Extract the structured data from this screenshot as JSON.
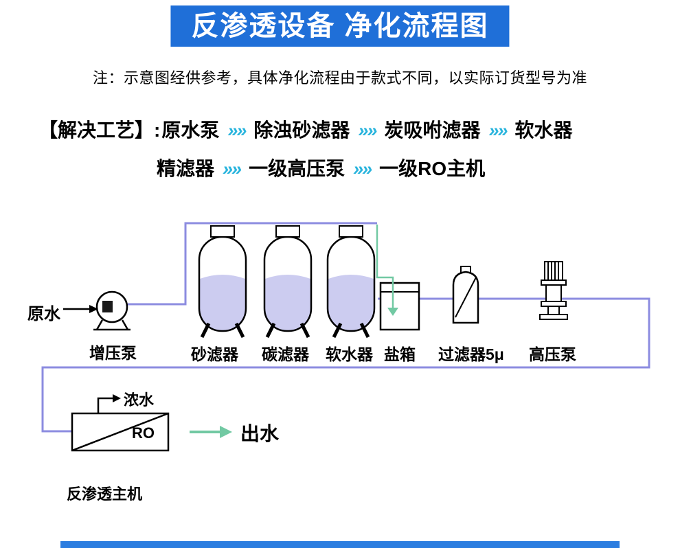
{
  "banner": {
    "title": "反渗透设备 净化流程图"
  },
  "note": {
    "text": "注：示意图经供参考，具体净化流程由于款式不同，以实际订货型号为准"
  },
  "process": {
    "prefix": "【解决工艺】:",
    "arrow": "»»",
    "line1": [
      "原水泵",
      "除浊砂滤器",
      "炭吸咐滤器",
      "软水器"
    ],
    "line2": [
      "精滤器",
      "一级高压泵",
      "一级RO主机"
    ]
  },
  "diagram": {
    "labels": {
      "raw_water": "原水",
      "booster_pump": "增压泵",
      "sand_filter": "砂滤器",
      "carbon_filter": "碳滤器",
      "softener": "软水器",
      "salt_box": "盐箱",
      "filter_5u": "过滤器5μ",
      "hp_pump": "高压泵",
      "concentrated_water": "浓水",
      "ro": "RO",
      "outlet_water": "出水",
      "ro_unit": "反渗透主机"
    }
  },
  "colors": {
    "banner_bg": "#1f6fd8",
    "chevron": "#29b4dd",
    "pipe": "#8c8ce0",
    "tank_fill": "#ccccf0",
    "green": "#72c9a3",
    "bottom_bar": "#2b7de0"
  }
}
